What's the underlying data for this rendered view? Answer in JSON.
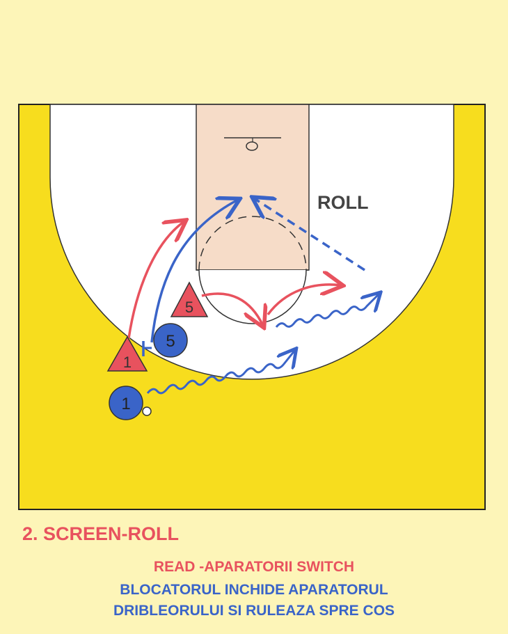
{
  "diagram": {
    "roll_label": "ROLL",
    "players": {
      "defender_1": "1",
      "defender_5": "5",
      "offense_1": "1",
      "offense_5": "5"
    }
  },
  "colors": {
    "background": "#fdf5b8",
    "court_yellow": "#f7dd1e",
    "paint": "#f6dcc8",
    "offense_blue": "#3a64c8",
    "defense_red": "#e8525e"
  },
  "captions": {
    "title": "2. SCREEN-ROLL",
    "line1": "READ -APARATORII SWITCH",
    "line2": "BLOCATORUL INCHIDE APARATORUL",
    "line3": "DRIBLEORULUI SI RULEAZA SPRE COS"
  }
}
